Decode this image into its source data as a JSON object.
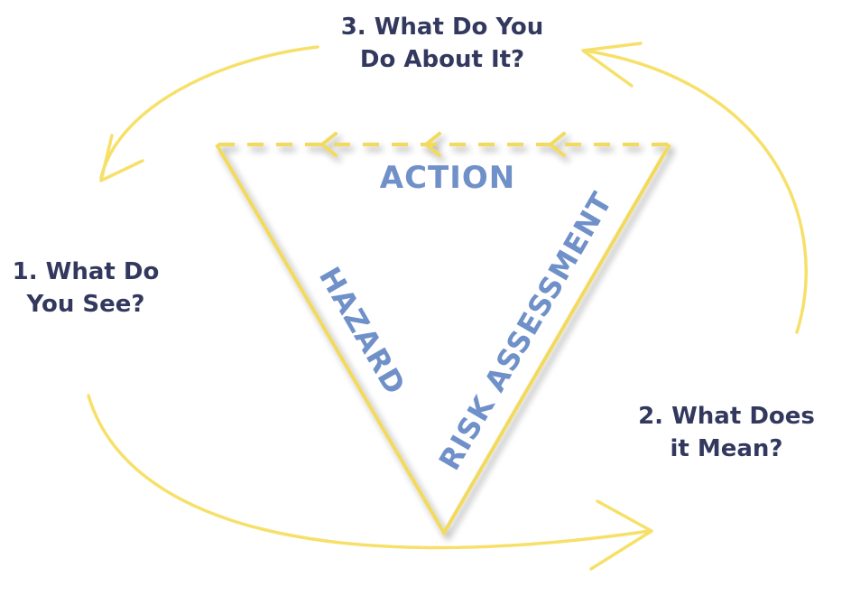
{
  "steps": {
    "see": {
      "line1": "1. What Do",
      "line2": "You See?"
    },
    "mean": {
      "line1": "2. What Does",
      "line2": "it Mean?"
    },
    "act": {
      "line1": "3. What Do You",
      "line2": "Do About It?"
    }
  },
  "triangle": {
    "top": "ACTION",
    "left": "HAZARD",
    "right": "RISK ASSESSMENT"
  },
  "colors": {
    "arrow": "#f7e06a",
    "triangle_edge": "#f2da5c",
    "step_text": "#33395e",
    "triangle_text": "#6f90c8"
  }
}
